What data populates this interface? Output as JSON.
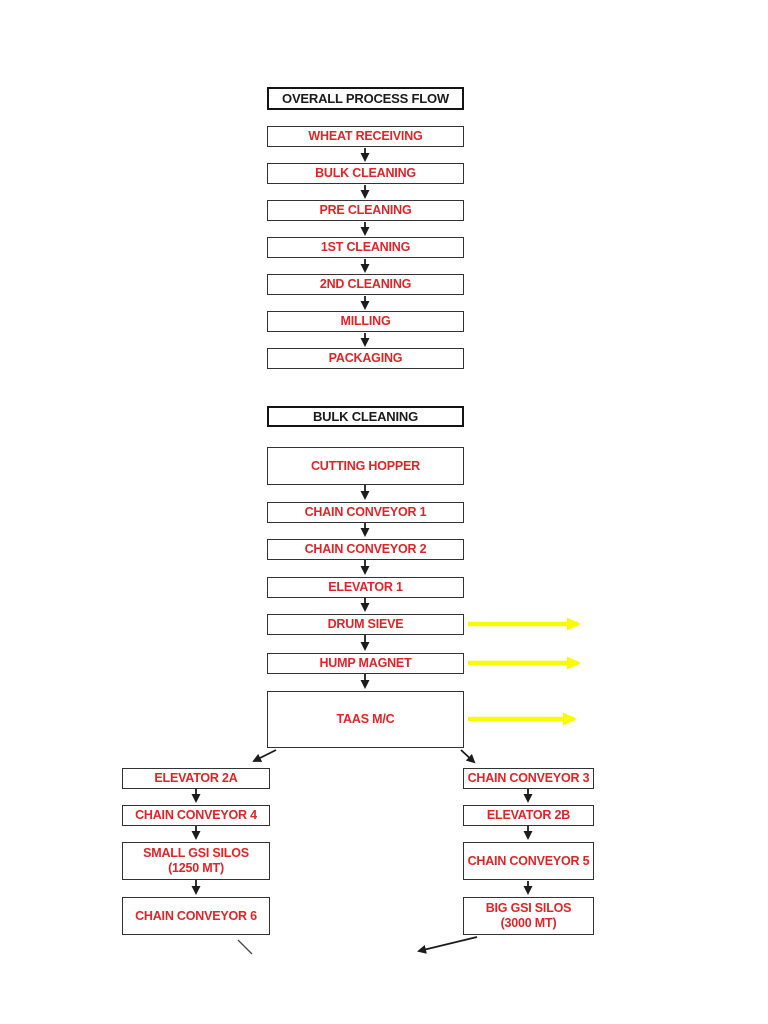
{
  "colors": {
    "step-text": "#e02528",
    "header-text": "#1c1c1c",
    "box-border": "#333333",
    "header-border": "#141414",
    "connector": "#1c1c1c",
    "highlight": "#fbfb00",
    "page-bg": "#ffffff"
  },
  "flow1": {
    "title": "OVERALL PROCESS FLOW",
    "steps": [
      {
        "label": "WHEAT RECEIVING"
      },
      {
        "label": "BULK CLEANING"
      },
      {
        "label": "PRE CLEANING"
      },
      {
        "label": "1ST CLEANING"
      },
      {
        "label": "2ND CLEANING"
      },
      {
        "label": "MILLING"
      },
      {
        "label": "PACKAGING"
      }
    ]
  },
  "flow2": {
    "title": "BULK CLEANING",
    "main": [
      {
        "label": "CUTTING HOPPER"
      },
      {
        "label": "CHAIN CONVEYOR 1"
      },
      {
        "label": "CHAIN CONVEYOR 2"
      },
      {
        "label": "ELEVATOR 1"
      },
      {
        "label": "DRUM SIEVE"
      },
      {
        "label": "HUMP MAGNET"
      },
      {
        "label": "TAAS M/C"
      }
    ],
    "left": [
      {
        "label": "ELEVATOR 2A"
      },
      {
        "label": "CHAIN CONVEYOR 4"
      },
      {
        "label": "SMALL GSI SILOS",
        "sublabel": "(1250 MT)"
      },
      {
        "label": "CHAIN CONVEYOR 6"
      }
    ],
    "right": [
      {
        "label": "CHAIN CONVEYOR 3"
      },
      {
        "label": "ELEVATOR 2B"
      },
      {
        "label": "CHAIN CONVEYOR 5"
      },
      {
        "label": "BIG GSI SILOS",
        "sublabel": "(3000 MT)"
      }
    ]
  }
}
